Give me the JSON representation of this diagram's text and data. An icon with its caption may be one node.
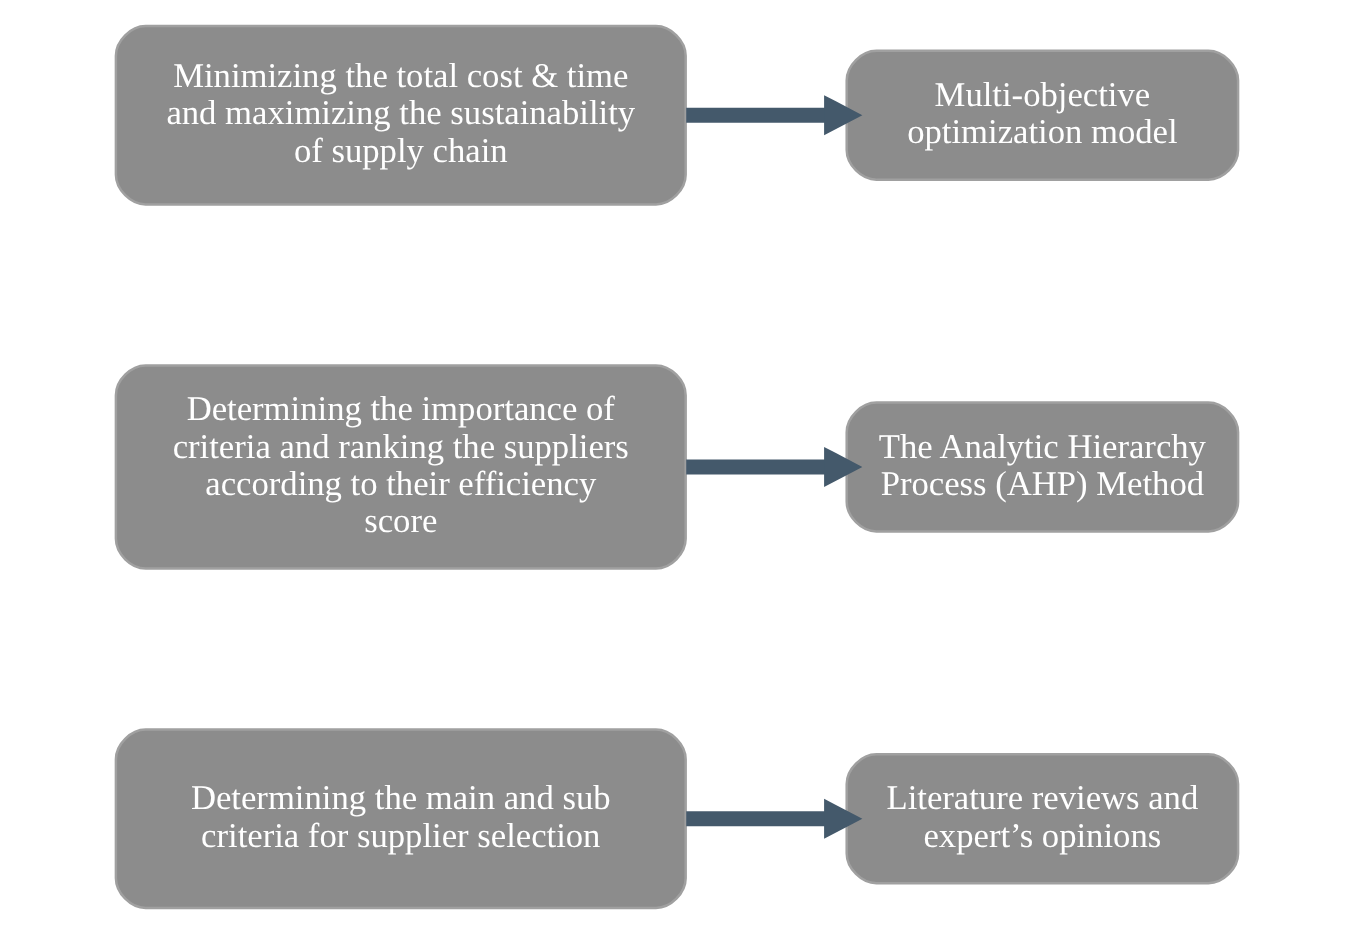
{
  "diagram": {
    "nodes": [
      {
        "text": [
          "Determining the main and sub criteria for supplier selection"
        ]
      },
      {
        "text": [
          "Literature reviews and expert’s opinions"
        ]
      },
      {
        "text": [
          "Determining the importance of criteria and ranking the suppliers according to their efficiency score"
        ]
      },
      {
        "text": [
          "The Analytic Hierarchy Process (AHP) Method"
        ]
      },
      {
        "text": [
          "Minimizing the total cost & time and maximizing the sustainability of supply chain"
        ]
      },
      {
        "text": [
          "Multi-objective optimization model"
        ]
      }
    ],
    "edges": [
      {
        "from": 0,
        "to": 1,
        "arrow": "to"
      },
      {
        "from": 2,
        "to": 3,
        "arrow": "to"
      },
      {
        "from": 4,
        "to": 5,
        "arrow": "to"
      }
    ]
  }
}
